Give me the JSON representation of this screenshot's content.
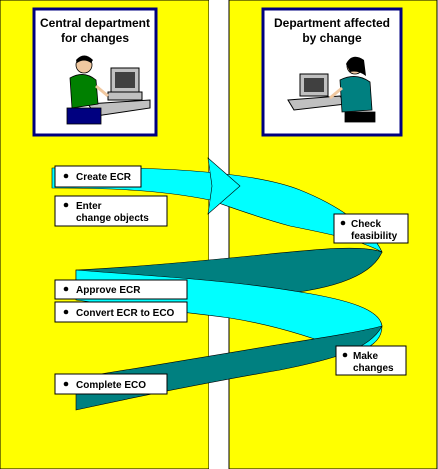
{
  "departments": {
    "central": {
      "line1": "Central department",
      "line2": "for changes"
    },
    "affected": {
      "line1": "Department affected",
      "line2": "by change"
    }
  },
  "steps": {
    "create_ecr": "Create ECR",
    "enter_change_objects": {
      "line1": "Enter",
      "line2": "change objects"
    },
    "check_feasibility": {
      "line1": "Check",
      "line2": "feasibility"
    },
    "approve_ecr": "Approve ECR",
    "convert_ecr_to_eco": "Convert ECR to ECO",
    "make_changes": {
      "line1": "Make",
      "line2": "changes"
    },
    "complete_eco": "Complete ECO"
  },
  "colors": {
    "lane": "#ffff00",
    "divider": "#ffffff",
    "arrow_light": "#00ffff",
    "arrow_dark": "#008080",
    "dept_border": "#000080"
  }
}
